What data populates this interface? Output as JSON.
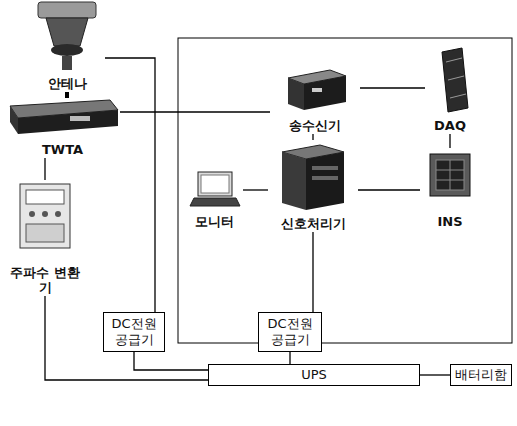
{
  "diagram": {
    "nodes": [
      {
        "text": [
          "안테나"
        ]
      },
      {
        "text": [
          "TWTA"
        ]
      },
      {
        "text": [
          "송수신기"
        ]
      },
      {
        "text": [
          "DAQ"
        ]
      },
      {
        "text": [
          "모니터"
        ]
      },
      {
        "text": [
          "신호처리기"
        ]
      },
      {
        "text": [
          "INS"
        ]
      },
      {
        "text": [
          "주파수 변환기"
        ]
      },
      {
        "text": [
          "DC전원 공급기"
        ]
      },
      {
        "text": [
          "DC전원 공급기"
        ]
      },
      {
        "text": [
          "UPS"
        ]
      },
      {
        "text": [
          "배터리함"
        ]
      }
    ],
    "edges": [
      {
        "from": 0,
        "to": 1,
        "arrow": "none"
      },
      {
        "from": 1,
        "to": 2,
        "arrow": "none"
      },
      {
        "from": 1,
        "to": 7,
        "arrow": "none"
      },
      {
        "from": 7,
        "to": 10,
        "arrow": "none"
      },
      {
        "from": 8,
        "to": 10,
        "arrow": "none"
      },
      {
        "from": 0,
        "to": 8,
        "arrow": "none"
      },
      {
        "from": 9,
        "to": 10,
        "arrow": "none"
      },
      {
        "from": 9,
        "to": 5,
        "arrow": "none"
      },
      {
        "from": 2,
        "to": 5,
        "arrow": "none"
      },
      {
        "from": 2,
        "to": 3,
        "arrow": "none"
      },
      {
        "from": 4,
        "to": 5,
        "arrow": "none"
      },
      {
        "from": 5,
        "to": 6,
        "arrow": "none"
      },
      {
        "from": 6,
        "to": 3,
        "arrow": "none"
      },
      {
        "from": 10,
        "to": 11,
        "arrow": "none"
      }
    ]
  }
}
